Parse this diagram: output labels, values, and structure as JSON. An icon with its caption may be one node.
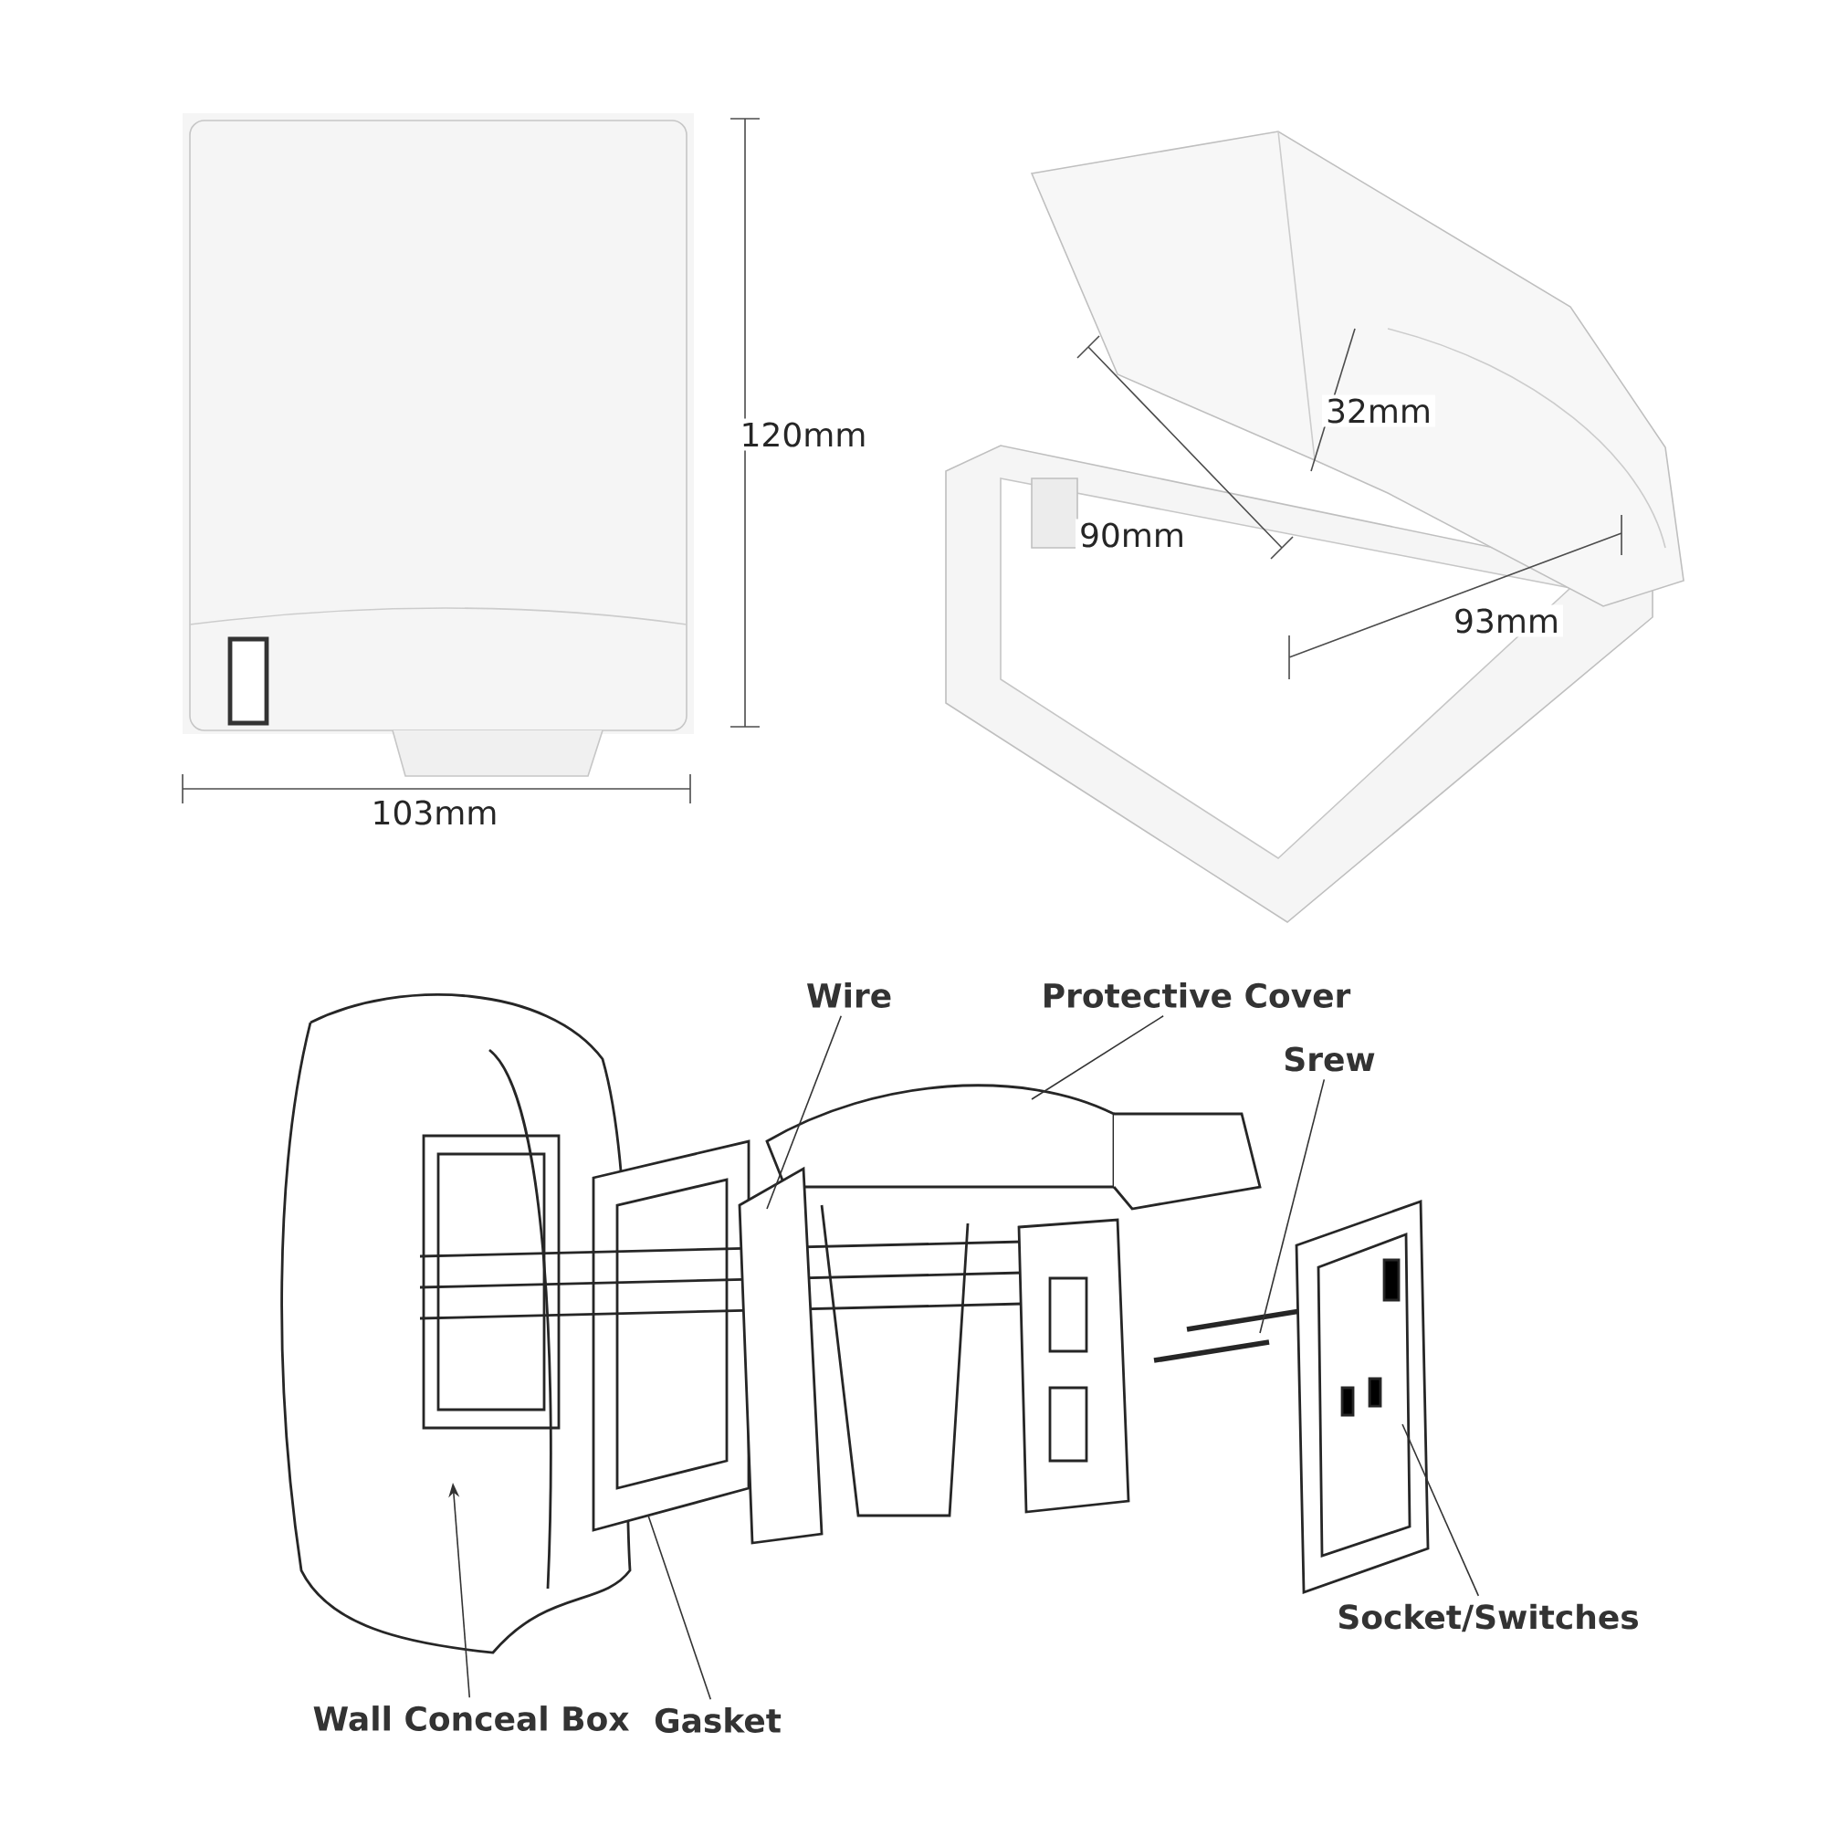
{
  "diagram": {
    "nodes": [
      {
        "text": [
          "Wire"
        ]
      },
      {
        "text": [
          "Protective Cover"
        ]
      },
      {
        "text": [
          "Srew"
        ]
      },
      {
        "text": [
          "Socket/Switches"
        ]
      },
      {
        "text": [
          "Wall Conceal Box"
        ]
      },
      {
        "text": [
          "Gasket"
        ]
      }
    ],
    "edges": [
      {
        "from": 0,
        "to": null,
        "arrow": "none"
      },
      {
        "from": 1,
        "to": null,
        "arrow": "none"
      },
      {
        "from": 2,
        "to": null,
        "arrow": "none"
      },
      {
        "from": 3,
        "to": null,
        "arrow": "none"
      },
      {
        "from": 4,
        "to": null,
        "arrow": "to"
      },
      {
        "from": 5,
        "to": null,
        "arrow": "none"
      }
    ],
    "labels": [
      "120mm",
      "103mm",
      "32mm",
      "90mm",
      "93mm"
    ]
  }
}
